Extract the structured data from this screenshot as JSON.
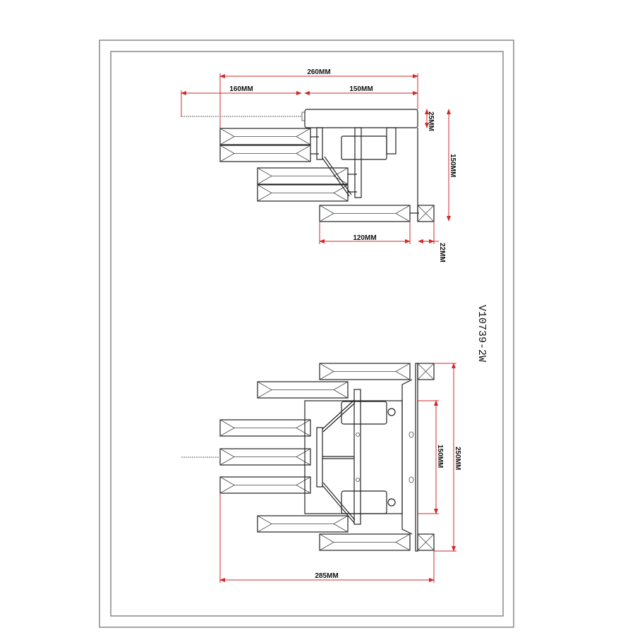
{
  "model": "V10739-2W",
  "colors": {
    "dimension": "#d02a2a",
    "line": "#222222",
    "frame": "#888888"
  },
  "side_view": {
    "overall_width": "260MM",
    "chain_length": "160MM",
    "canopy_width": "150MM",
    "canopy_height": "25MM",
    "height": "150MM",
    "crystal_length": "120MM",
    "box_width": "22MM"
  },
  "top_view": {
    "inner_spacing": "150MM",
    "overall_height": "250MM",
    "overall_depth": "285MM"
  }
}
